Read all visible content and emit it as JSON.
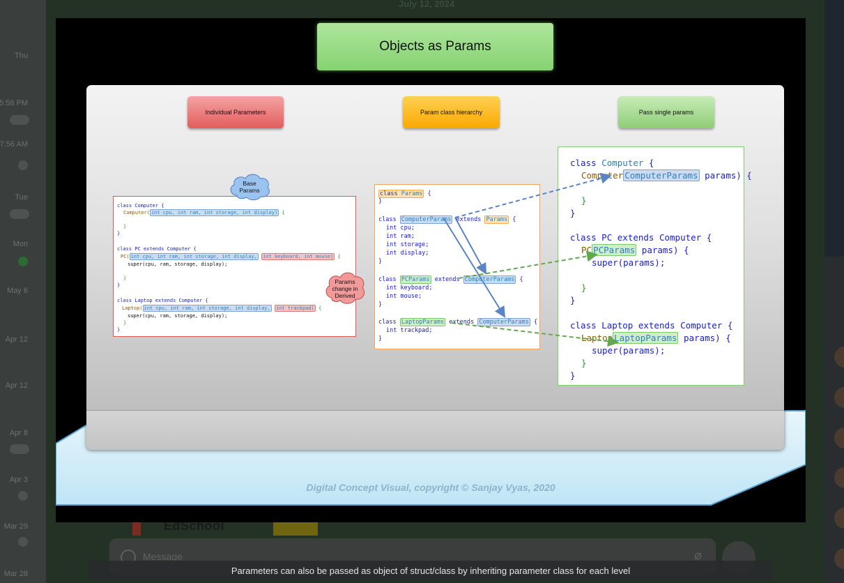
{
  "background": {
    "date_label": "July 12, 2024",
    "edschool_label": "EdSchool",
    "composer_placeholder": "Message",
    "chat_list": [
      {
        "meta": "Thu"
      },
      {
        "meta": "5:58 PM"
      },
      {
        "meta": "7:56 AM"
      },
      {
        "meta": "Tue"
      },
      {
        "meta": "Mon"
      },
      {
        "meta": "May 6"
      },
      {
        "meta": "Apr 12"
      },
      {
        "meta": "Apr 12"
      },
      {
        "meta": "Apr 8"
      },
      {
        "meta": "Apr 3"
      },
      {
        "meta": "Mar 29"
      },
      {
        "meta": "Mar 28"
      }
    ]
  },
  "slide": {
    "title": "Objects as Params",
    "headers": {
      "individual": "Individual Parameters",
      "hierarchy": "Param class hierarchy",
      "single": "Pass single params"
    },
    "clouds": {
      "base": [
        "Base",
        "Params"
      ],
      "derived": [
        "Params",
        "change in",
        "Derived"
      ]
    },
    "copyright": "Digital Concept Visual, copyright © Sanjay Vyas, 2020"
  },
  "code": {
    "individual": {
      "l1": "class Computer {",
      "l2_pre": "Computer(",
      "l2_hl": "int cpu, int ram, int storage, int display)",
      "l2_post": " {",
      "l3": "}",
      "l4": "}",
      "l5": "class PC extends Computer {",
      "l6_pre": "PC(",
      "l6_hl": "int cpu, int ram, int storage, int display,",
      "l6_hl2": "int keyboard, int mouse)",
      "l6_post": " {",
      "l7": "super(cpu, ram, storage, display);",
      "l8": "}",
      "l9": "}",
      "l10": "class Laptop extends Computer {",
      "l11_pre": "Laptop(",
      "l11_hl": "int cpu, int ram, int storage, int display,",
      "l11_hl2": "int trackpad)",
      "l11_post": " {",
      "l12": "super(cpu, ram, storage, display);",
      "l13": "}",
      "l14": "}"
    },
    "hierarchy": {
      "l1_kw": "class",
      "l1_name": "Params",
      "l1_post": " {",
      "l2": "}",
      "l3_kw": "class",
      "l3_name": "ComputerParams",
      "l3_ext": "extends",
      "l3_base": "Params",
      "l3_post": " {",
      "l4": "int cpu;",
      "l5": "int ram;",
      "l6": "int storage;",
      "l7": "int display;",
      "l8": "}",
      "l9_kw": "class",
      "l9_name": "PCParams",
      "l9_ext": "extends",
      "l9_base": "ComputerParams",
      "l9_post": " {",
      "l10": "int keyboard;",
      "l11": "int mouse;",
      "l12": "}",
      "l13_kw": "class",
      "l13_name": "LaptopParams",
      "l13_ext": "extends",
      "l13_base": "ComputerParams",
      "l13_post": " {",
      "l14": "int trackpad;",
      "l15": "}"
    },
    "single": {
      "l1_kw": "class",
      "l1_name": "Computer",
      "l1_post": " {",
      "l2_fn": "Computer",
      "l2_hl": "ComputerParams",
      "l2_post": " params) {",
      "l3": "}",
      "l4": "}",
      "l5_kw": "class",
      "l5_name": "PC",
      "l5_ext": "extends",
      "l5_base": "Computer",
      "l5_post": " {",
      "l6_fn": "PC",
      "l6_hl": "PCParams",
      "l6_post": " params) {",
      "l7": "super(params);",
      "l8": "}",
      "l9": "}",
      "l10_kw": "class",
      "l10_name": "Laptop",
      "l10_ext": "extends",
      "l10_base": "Computer",
      "l10_post": " {",
      "l11_fn": "Laptop",
      "l11_hl": "LaptopParams",
      "l11_post": " params) {",
      "l12": "super(params);",
      "l13": "}",
      "l14": "}"
    }
  },
  "caption": "Parameters can also be passed as object of struct/class by inheriting parameter class for each level",
  "colors": {
    "title_green": "#9bdc85",
    "individual_red": "#e35d5d",
    "hierarchy_orange": "#f9a800",
    "single_green": "#8ecd76",
    "arrow_blue": "#5b84c4",
    "arrow_green": "#63a84f"
  }
}
